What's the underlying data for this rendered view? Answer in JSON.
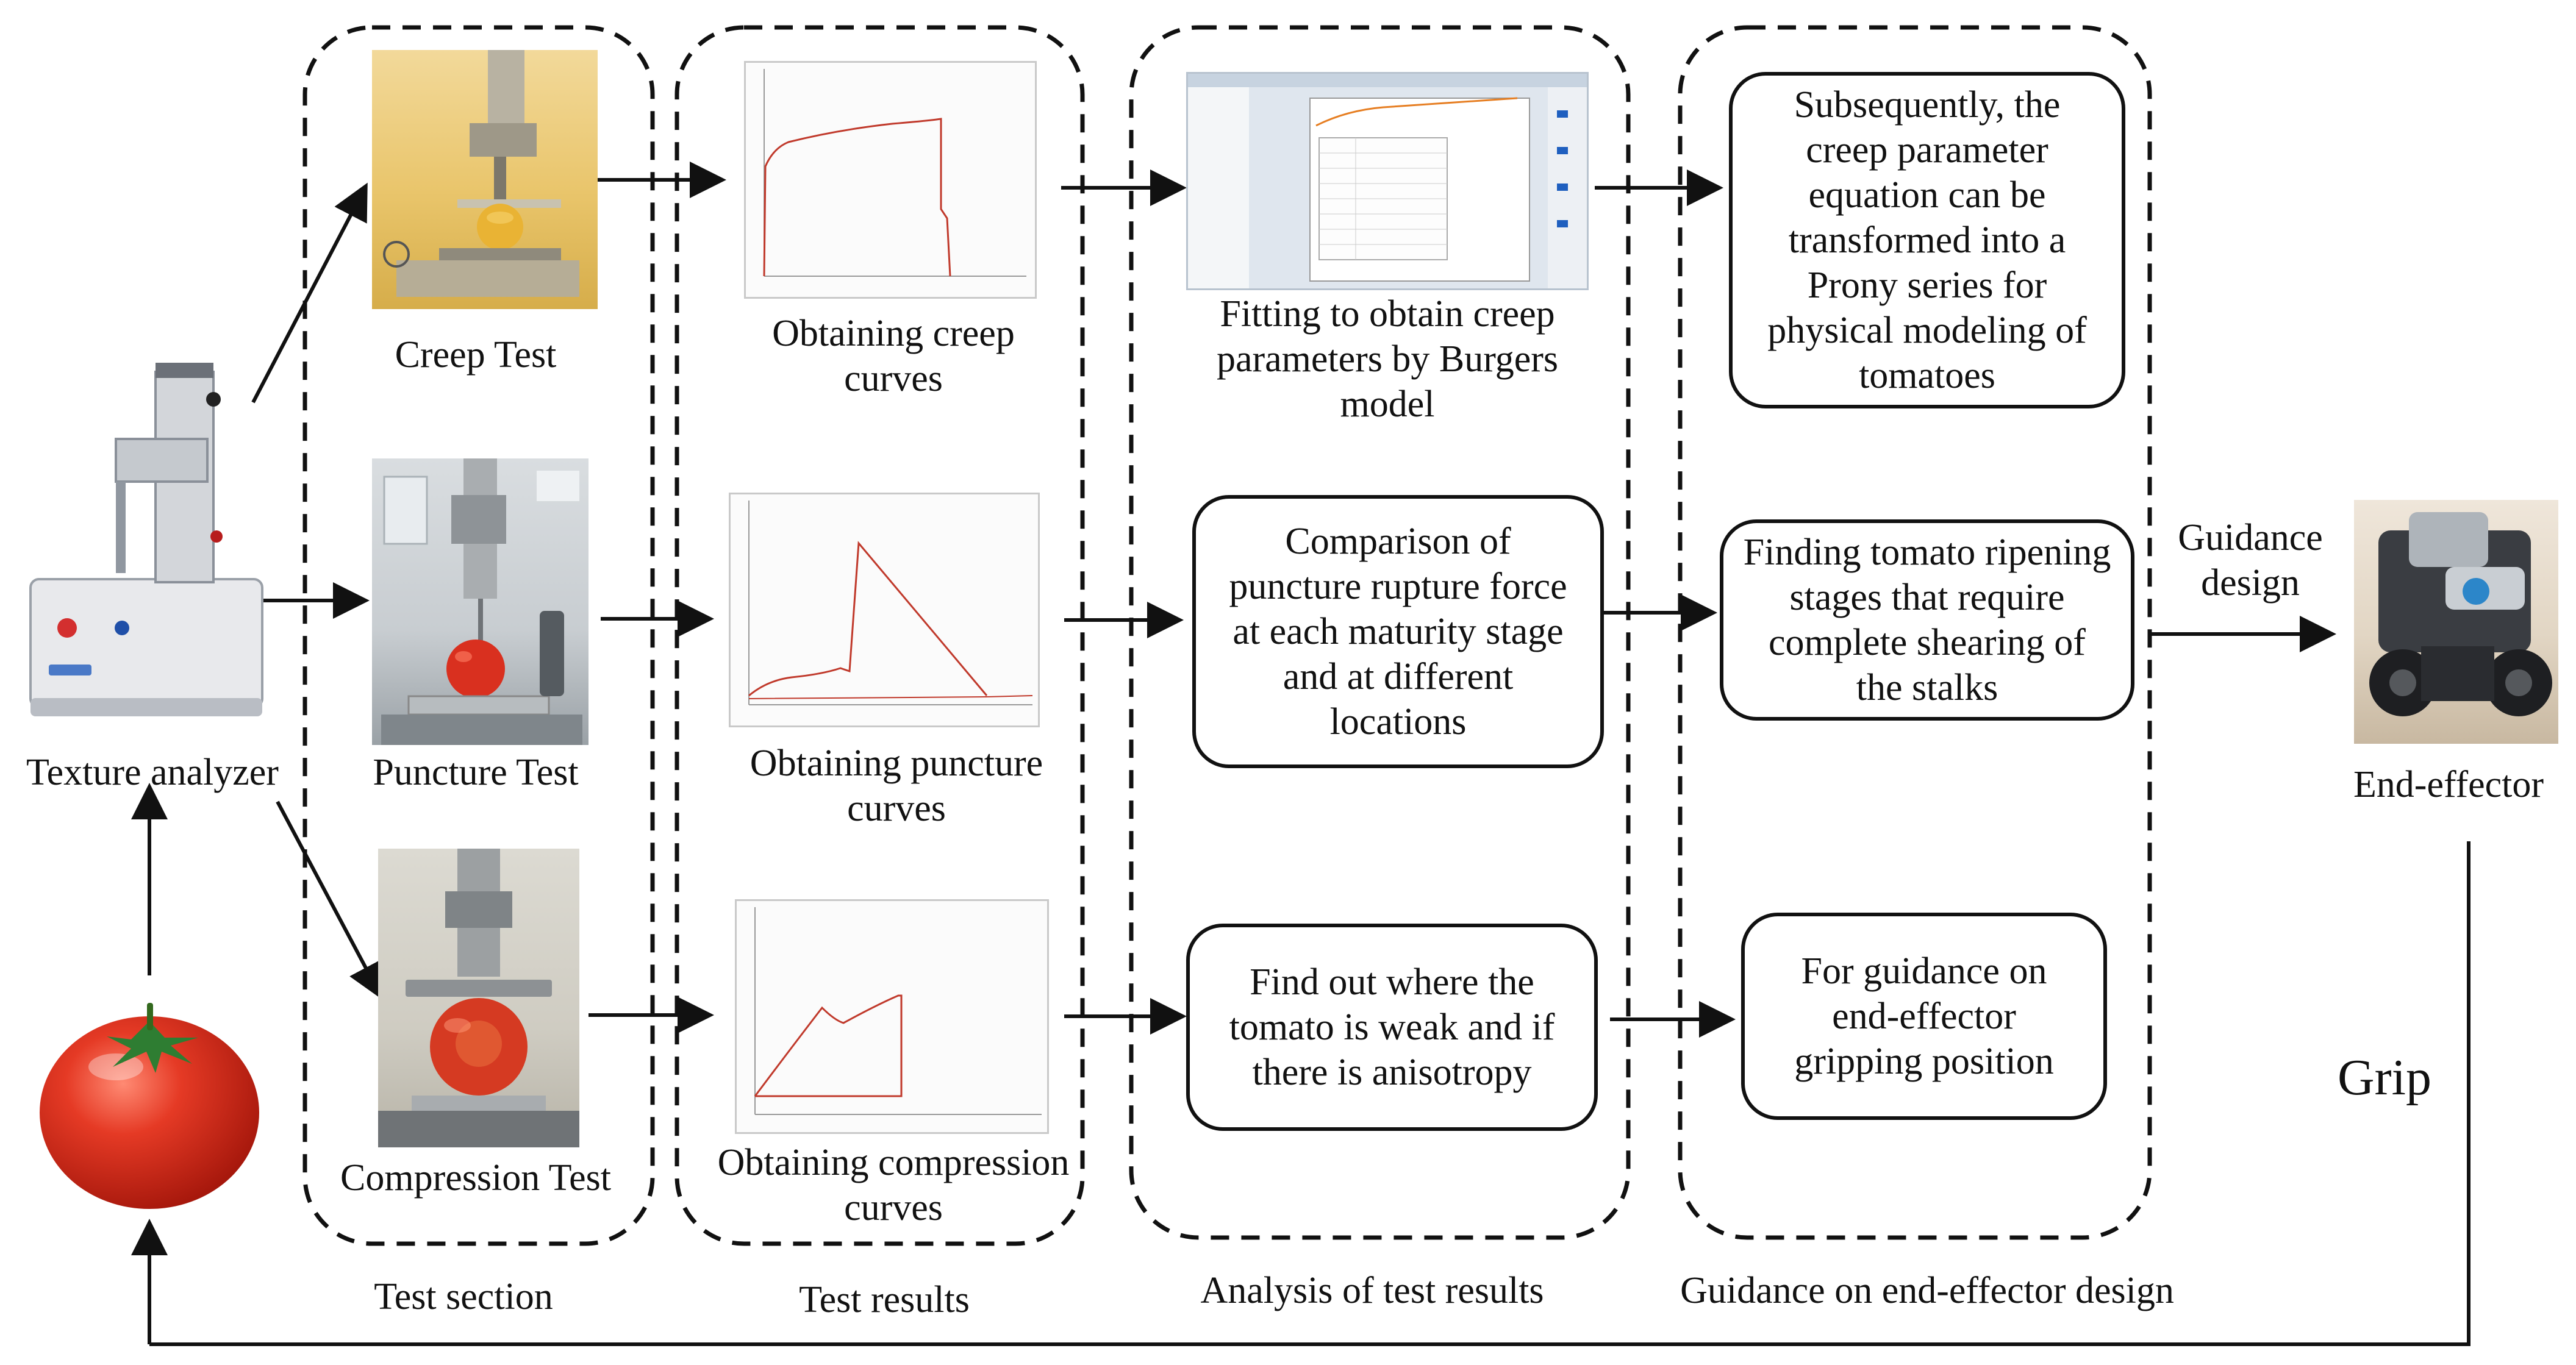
{
  "sections": {
    "test_section": "Test section",
    "test_results": "Test results",
    "analysis": "Analysis of test results",
    "guidance": "Guidance on end-effector design"
  },
  "instrument": {
    "label": "Texture analyzer"
  },
  "tests": {
    "creep": "Creep Test",
    "puncture": "Puncture Test",
    "compression": "Compression Test"
  },
  "results": {
    "creep": "Obtaining creep curves",
    "puncture": "Obtaining puncture curves",
    "compression": "Obtaining compression curves"
  },
  "analysis": {
    "fitting": "Fitting to obtain creep parameters by Burgers model",
    "puncture": "Comparison of puncture rupture force at each maturity stage and at different locations",
    "compression": "Find out where the tomato is weak and if there is anisotropy"
  },
  "guidance": {
    "prony": "Subsequently, the creep parameter equation can be transformed into a Prony series for physical modeling of tomatoes",
    "ripening": "Finding tomato ripening stages that require complete shearing of the stalks",
    "gripping": "For guidance on end-effector gripping position"
  },
  "output": {
    "guidance_design": "Guidance design",
    "end_effector": "End-effector",
    "grip": "Grip"
  },
  "colors": {
    "line": "#111111",
    "curve": "#c0392b",
    "tomato": "#d9261c"
  }
}
